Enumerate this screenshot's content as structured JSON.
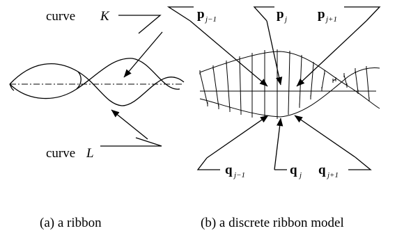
{
  "ribbon": {
    "curve_k": {
      "word": "curve",
      "symbol": "K"
    },
    "curve_l": {
      "word": "curve",
      "symbol": "L"
    },
    "caption": "(a) a ribbon"
  },
  "discrete": {
    "p_labels": [
      {
        "base": "p",
        "sub": "j−1"
      },
      {
        "base": "p",
        "sub": "j"
      },
      {
        "base": "p",
        "sub": "j+1"
      }
    ],
    "q_labels": [
      {
        "base": "q",
        "sub": "j−1"
      },
      {
        "base": "q",
        "sub": "j"
      },
      {
        "base": "q",
        "sub": "j+1"
      }
    ],
    "caption": "(b) a discrete ribbon model"
  }
}
